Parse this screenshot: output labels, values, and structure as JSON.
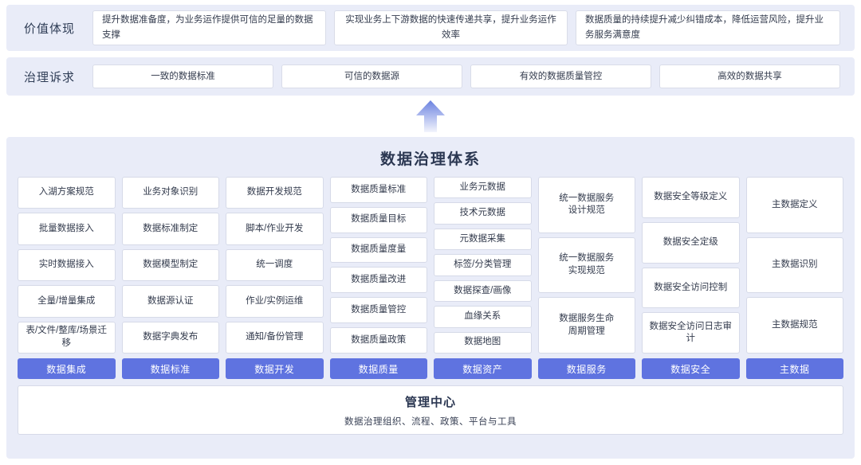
{
  "value_row": {
    "label": "价值体现",
    "cards": [
      "提升数据准备度，为业务运作提供可信的足量的数据支撑",
      "实现业务上下游数据的快速传递共享，提升业务运作效率",
      "数据质量的持续提升减少纠错成本，降低运营风险，提升业务服务满意度"
    ]
  },
  "demand_row": {
    "label": "治理诉求",
    "cards": [
      "一致的数据标准",
      "可信的数据源",
      "有效的数据质量管控",
      "高效的数据共享"
    ]
  },
  "arrow": {
    "icon": "arrow-up-icon",
    "color_top": "#6b82e0",
    "color_bottom": "#eef1fb"
  },
  "panel": {
    "title": "数据治理体系",
    "accent_color": "#5f73e0",
    "background_color": "#e9ecf8",
    "columns": [
      {
        "category": "数据集成",
        "items": [
          "入湖方案规范",
          "批量数据接入",
          "实时数据接入",
          "全量/增量集成",
          "表/文件/整库/场景迁移"
        ]
      },
      {
        "category": "数据标准",
        "items": [
          "业务对象识别",
          "数据标准制定",
          "数据模型制定",
          "数据源认证",
          "数据字典发布"
        ]
      },
      {
        "category": "数据开发",
        "items": [
          "数据开发规范",
          "脚本/作业开发",
          "统一调度",
          "作业/实例运维",
          "通知/备份管理"
        ]
      },
      {
        "category": "数据质量",
        "items": [
          "数据质量标准",
          "数据质量目标",
          "数据质量度量",
          "数据质量改进",
          "数据质量管控",
          "数据质量政策"
        ]
      },
      {
        "category": "数据资产",
        "items": [
          "业务元数据",
          "技术元数据",
          "元数据采集",
          "标签/分类管理",
          "数据探查/画像",
          "血缘关系",
          "数据地图"
        ]
      },
      {
        "category": "数据服务",
        "items": [
          "统一数据服务\n设计规范",
          "统一数据服务\n实现规范",
          "数据服务生命\n周期管理"
        ]
      },
      {
        "category": "数据安全",
        "items": [
          "数据安全等级定义",
          "数据安全定级",
          "数据安全访问控制",
          "数据安全访问日志审计"
        ]
      },
      {
        "category": "主数据",
        "items": [
          "主数据定义",
          "主数据识别",
          "主数据规范"
        ]
      }
    ]
  },
  "management_center": {
    "title": "管理中心",
    "subtitle": "数据治理组织、流程、政策、平台与工具"
  }
}
